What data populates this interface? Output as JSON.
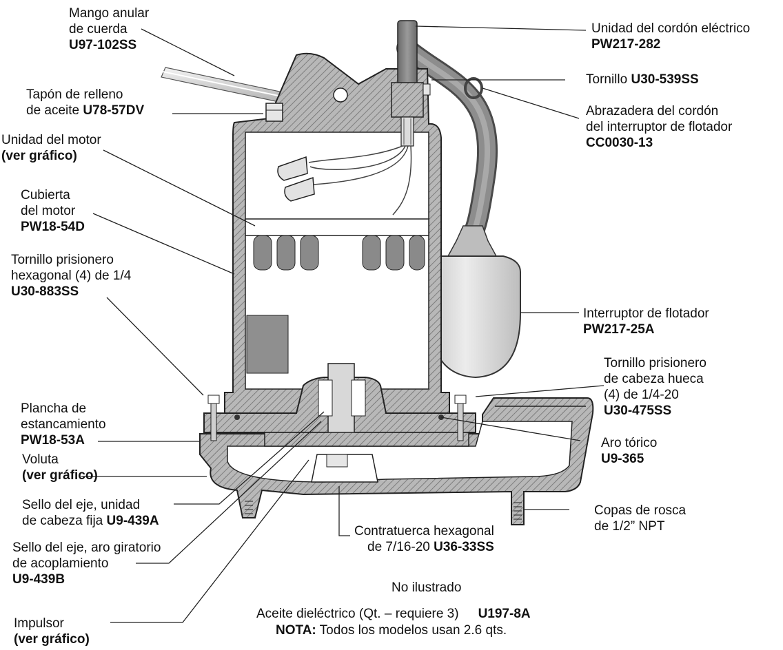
{
  "labels": {
    "mango": {
      "lines": [
        "Mango anular",
        "de cuerda"
      ],
      "part": "U97-102SS"
    },
    "tapon": {
      "lines": [
        "Tapón de relleno"
      ],
      "inline": "de aceite",
      "part": "U78-57DV"
    },
    "unidad_motor": {
      "lines": [
        "Unidad del motor"
      ],
      "part": "(ver gráfico)"
    },
    "cubierta": {
      "lines": [
        "Cubierta",
        "del motor"
      ],
      "part": "PW18-54D"
    },
    "tornillo_hex": {
      "lines": [
        "Tornillo prisionero",
        "hexagonal (4) de 1/4"
      ],
      "part": "U30-883SS"
    },
    "plancha": {
      "lines": [
        "Plancha de",
        "estancamiento"
      ],
      "part": "PW18-53A"
    },
    "voluta": {
      "lines": [
        "Voluta"
      ],
      "part": "(ver gráfico)"
    },
    "sello_fijo": {
      "lines": [
        "Sello del eje, unidad"
      ],
      "inline": "de cabeza fija",
      "part": "U9-439A"
    },
    "sello_giratorio": {
      "lines": [
        "Sello del eje, aro giratorio",
        "de acoplamiento"
      ],
      "part": "U9-439B"
    },
    "impulsor": {
      "lines": [
        "Impulsor"
      ],
      "part": "(ver gráfico)"
    },
    "cordon": {
      "lines": [
        "Unidad del cordón eléctrico"
      ],
      "part": "PW217-282"
    },
    "tornillo": {
      "inline": "Tornillo",
      "part": "U30-539SS"
    },
    "abrazadera": {
      "lines": [
        "Abrazadera del cordón",
        "del interruptor de flotador"
      ],
      "part": "CC0030-13"
    },
    "interruptor": {
      "lines": [
        "Interruptor de flotador"
      ],
      "part": "PW217-25A"
    },
    "tornillo_hueco": {
      "lines": [
        "Tornillo prisionero",
        "de cabeza hueca",
        "(4) de 1/4-20"
      ],
      "part": "U30-475SS"
    },
    "aro": {
      "lines": [
        "Aro tórico"
      ],
      "part": "U9-365"
    },
    "copas": {
      "lines": [
        "Copas de rosca",
        "de 1/2” NPT"
      ]
    },
    "contratuerca": {
      "lines": [
        "Contratuerca hexagonal"
      ],
      "inline": "de 7/16-20",
      "part": "U36-33SS"
    }
  },
  "notes": {
    "no_ilustrado": "No ilustrado",
    "aceite": "Aceite dieléctrico (Qt. – requiere 3)",
    "aceite_part": "U197-8A",
    "nota_label": "NOTA:",
    "nota_text": " Todos los modelos usan 2.6 qts."
  }
}
